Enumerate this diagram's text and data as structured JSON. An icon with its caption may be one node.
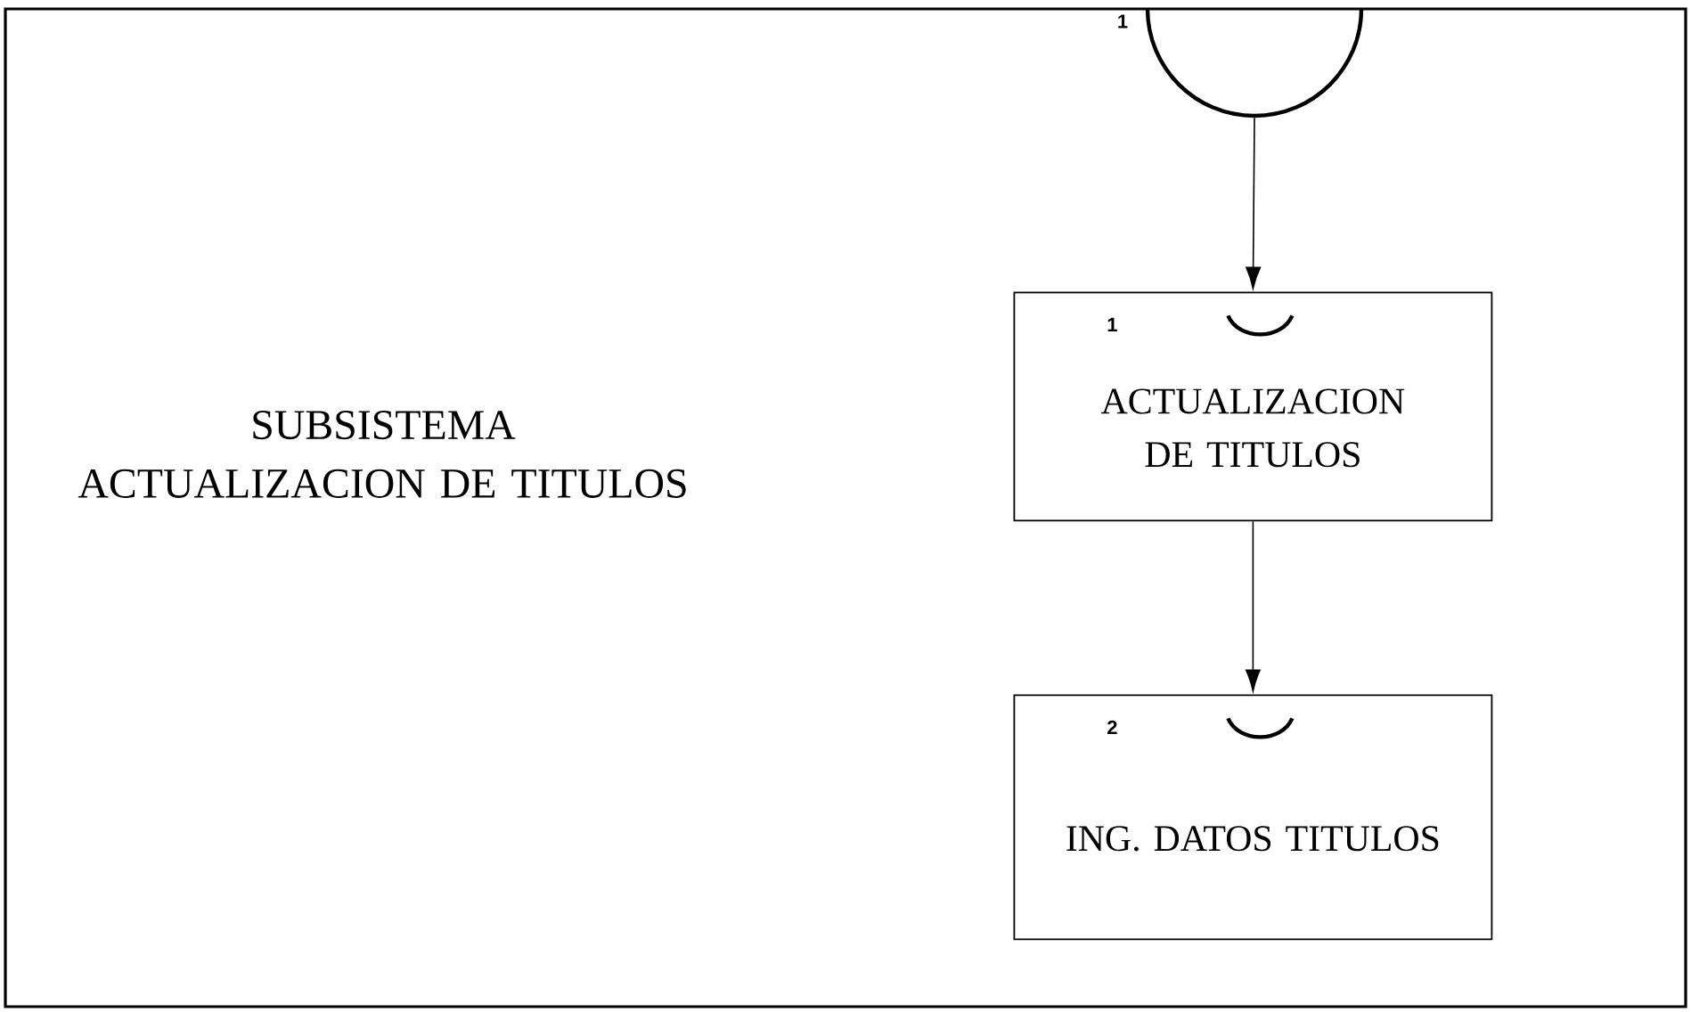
{
  "diagram": {
    "nodes": [
      {
        "text": [
          "SUBSISTEMA ACTUALIZACION DE TITULOS"
        ]
      },
      {
        "text": [],
        "shape": "circle",
        "beside": [
          "1"
        ]
      },
      {
        "text": [
          "1",
          "ACTUALIZACION DE TITULOS"
        ],
        "in": 0
      },
      {
        "text": [
          "2",
          "ING. DATOS TITULOS"
        ],
        "in": 0
      }
    ],
    "edges": [
      {
        "from": 1,
        "to": 2,
        "arrow": "to"
      },
      {
        "from": 2,
        "to": 3,
        "arrow": "to"
      }
    ]
  }
}
